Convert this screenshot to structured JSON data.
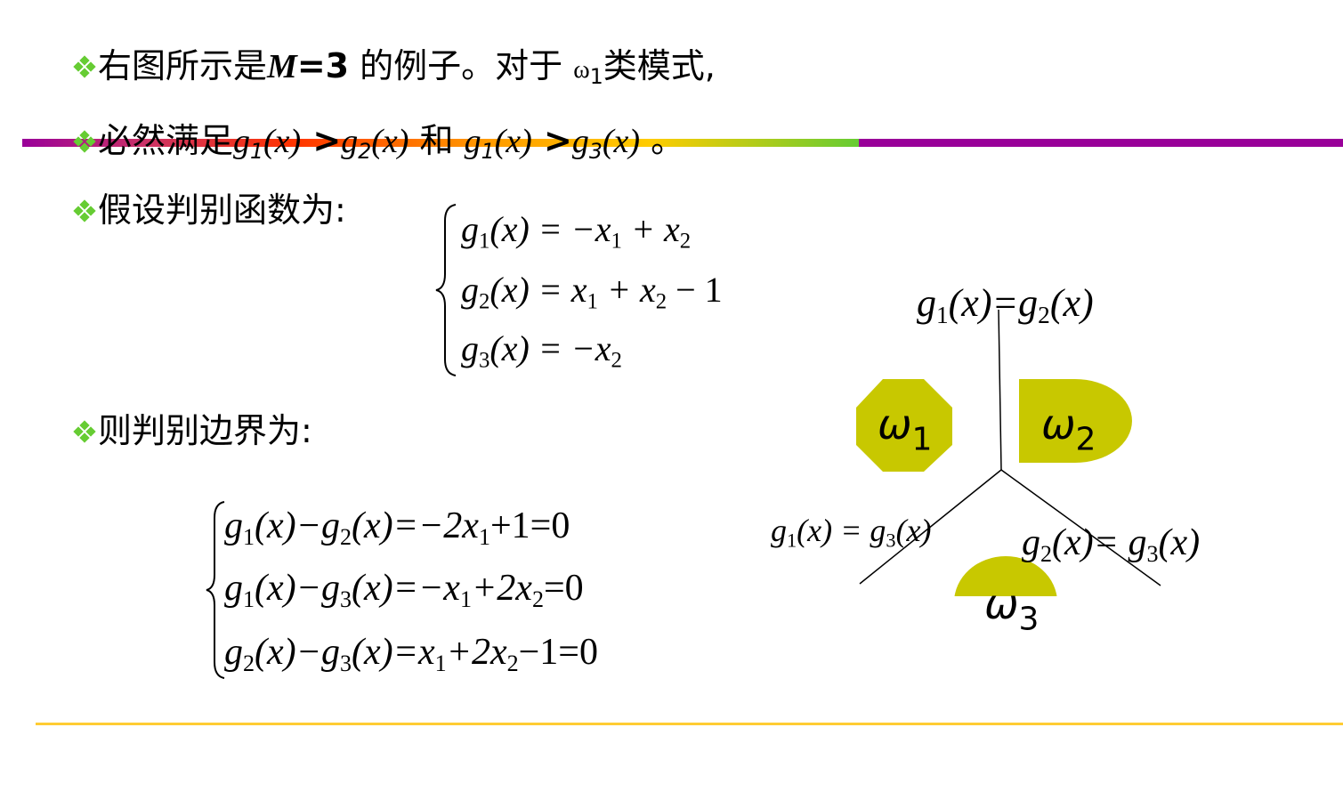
{
  "slide": {
    "colors": {
      "bullet": "#66cc33",
      "top_bar_purple": "#990099",
      "bottom_line": "#ffcc33",
      "region_fill": "#c8c800"
    },
    "line1": {
      "prefix": "右图所示是",
      "M": "M",
      "eq3": "=3",
      "mid": " 的例子。对于 ",
      "omega": "ω",
      "omega_sub": "1",
      "suffix": "类模式,"
    },
    "line2": {
      "prefix": "必然满足",
      "g": "g",
      "s1": "1",
      "x": "(x)",
      "gt": " >",
      "s2": "2",
      "and": " 和 ",
      "s3": "3",
      "end": " 。"
    },
    "line3": {
      "text": "假设判别函数为:"
    },
    "line4": {
      "text": "则判别边界为:"
    },
    "system1": {
      "r1": {
        "lhs": "g",
        "sub": "1",
        "arg": "(x) = −x",
        "s1": "1",
        "plus": " + x",
        "s2": "2"
      },
      "r2": {
        "lhs": "g",
        "sub": "2",
        "arg": "(x) = x",
        "s1": "1",
        "plus": " + x",
        "s2": "2",
        "tail": " − 1"
      },
      "r3": {
        "lhs": "g",
        "sub": "3",
        "arg": "(x) = −x",
        "s1": "2"
      }
    },
    "system2": {
      "r1": {
        "a": "g",
        "as": "1",
        "b": "(x)−g",
        "bs": "2",
        "c": "(x)=−2x",
        "cs": "1",
        "d": "+1=0"
      },
      "r2": {
        "a": "g",
        "as": "1",
        "b": "(x)−g",
        "bs": "3",
        "c": "(x)=−x",
        "cs": "1",
        "d": "+2x",
        "ds": "2",
        "e": "=0"
      },
      "r3": {
        "a": "g",
        "as": "2",
        "b": "(x)−g",
        "bs": "3",
        "c": "(x)=x",
        "cs": "1",
        "d": "+2x",
        "ds": "2",
        "e": "−1=0"
      }
    },
    "diagram": {
      "top_label": {
        "a": "g",
        "as": "1",
        "b": "(x)=g",
        "bs": "2",
        "c": "(x)"
      },
      "left_label": {
        "a": "g",
        "as": "1",
        "b": "(x) = g",
        "bs": "3",
        "c": "(x)"
      },
      "right_label": {
        "a": "g",
        "as": "2",
        "b": "(x)= g",
        "bs": "3",
        "c": "(x)"
      },
      "w1": {
        "omega": "ω",
        "sub": "1"
      },
      "w2": {
        "omega": "ω",
        "sub": "2"
      },
      "w3": {
        "omega": "ω",
        "sub": "3"
      }
    }
  }
}
